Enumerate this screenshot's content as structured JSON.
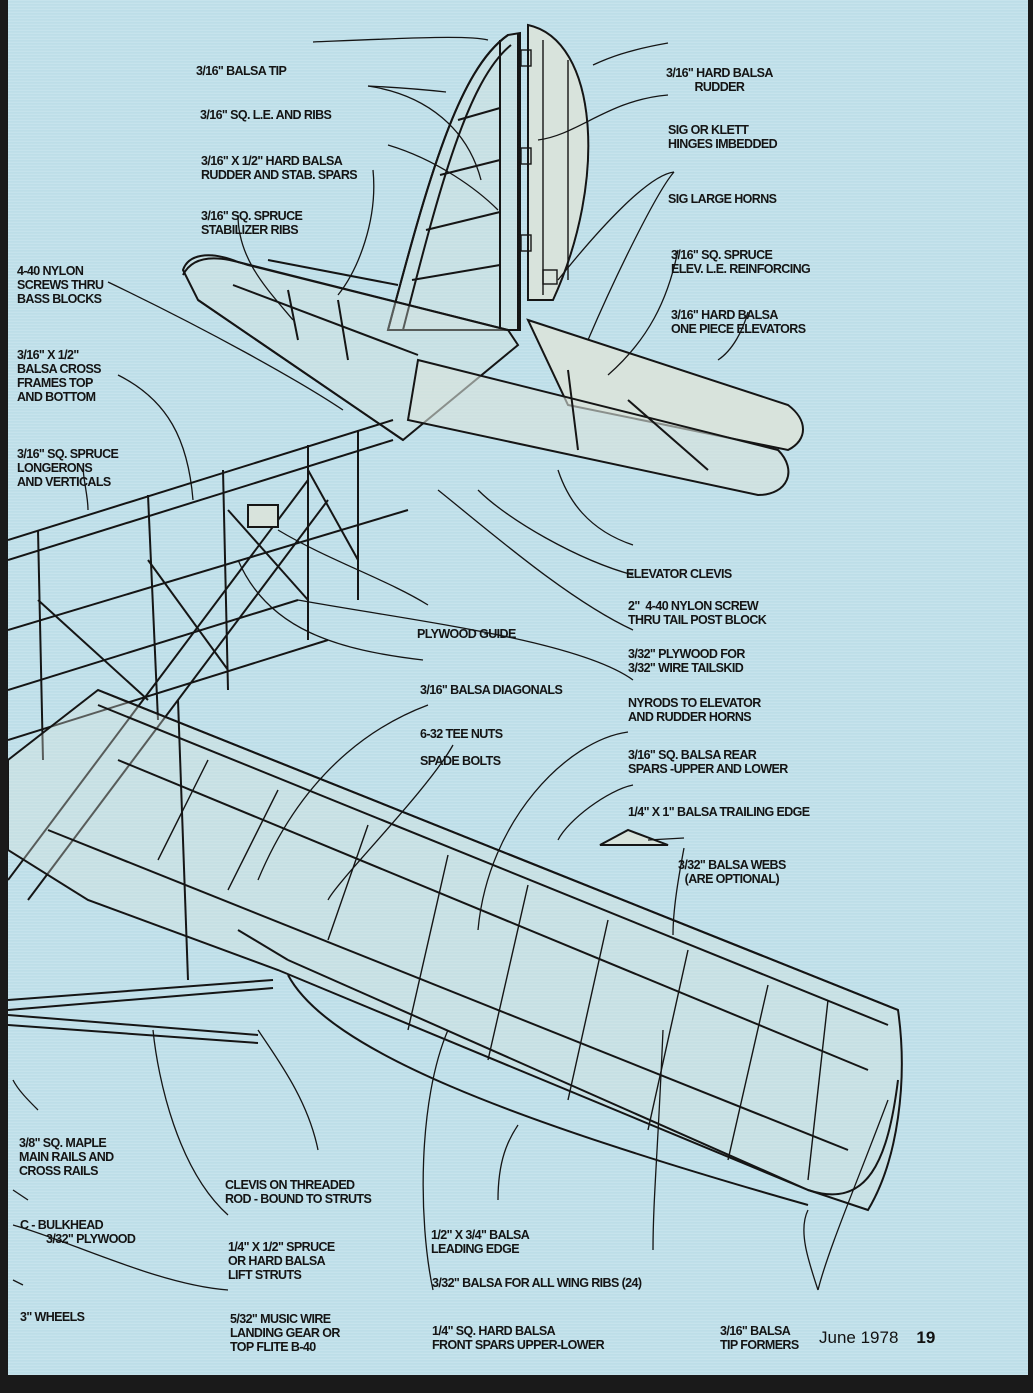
{
  "page": {
    "publication_date": "June 1978",
    "page_number": "19",
    "background_color": "#bfe0ea",
    "ink_color": "#141414",
    "border_color": "#1a1a1a"
  },
  "callouts": {
    "balsa_tip": [
      "3/16\" BALSA TIP"
    ],
    "le_and_ribs": [
      "3/16\" SQ. L.E. AND RIBS"
    ],
    "rudder_stab_spars": [
      "3/16\" X 1/2\" HARD BALSA",
      "RUDDER AND STAB. SPARS"
    ],
    "stabilizer_ribs": [
      "3/16\" SQ. SPRUCE",
      "STABILIZER RIBS"
    ],
    "nylon_screws": [
      "4-40 NYLON",
      "SCREWS THRU",
      "BASS BLOCKS"
    ],
    "cross_frames": [
      "3/16\" X 1/2\"",
      "BALSA CROSS",
      "FRAMES TOP",
      "AND BOTTOM"
    ],
    "longerons": [
      "3/16\" SQ. SPRUCE",
      "LONGERONS",
      "AND VERTICALS"
    ],
    "hard_balsa_rudder": [
      "3/16\" HARD BALSA",
      "RUDDER"
    ],
    "hinges": [
      "SIG OR KLETT",
      "HINGES IMBEDDED"
    ],
    "large_horns": [
      "SIG LARGE HORNS"
    ],
    "elev_le_reinforcing": [
      "3/16\" SQ. SPRUCE",
      "ELEV. L.E. REINFORCING"
    ],
    "one_piece_elevators": [
      "3/16\" HARD BALSA",
      "ONE PIECE ELEVATORS"
    ],
    "elevator_clevis": [
      "ELEVATOR CLEVIS"
    ],
    "tail_post_screw": [
      "2\"  4-40 NYLON SCREW",
      "THRU TAIL POST BLOCK"
    ],
    "plywood_guide": [
      "PLYWOOD GUIDE"
    ],
    "tailskid_plywood": [
      "3/32\" PLYWOOD FOR",
      "3/32\" WIRE TAILSKID"
    ],
    "balsa_diagonals": [
      "3/16\" BALSA DIAGONALS"
    ],
    "nyrods": [
      "NYRODS TO ELEVATOR",
      "AND RUDDER HORNS"
    ],
    "tee_nuts": [
      "6-32 TEE NUTS"
    ],
    "spade_bolts": [
      "SPADE BOLTS"
    ],
    "rear_spars": [
      "3/16\" SQ. BALSA REAR",
      "SPARS -UPPER AND LOWER"
    ],
    "trailing_edge": [
      "1/4\" X 1\" BALSA TRAILING EDGE"
    ],
    "balsa_webs": [
      "3/32\" BALSA WEBS",
      "(ARE OPTIONAL)"
    ],
    "maple_rails": [
      "3/8\" SQ. MAPLE",
      "MAIN RAILS AND",
      "CROSS RAILS"
    ],
    "clevis_rod": [
      "CLEVIS ON THREADED",
      "ROD - BOUND TO STRUTS"
    ],
    "bulkhead": [
      "C - BULKHEAD",
      "3/32\" PLYWOOD"
    ],
    "lift_struts": [
      "1/4\" X 1/2\" SPRUCE",
      "OR HARD BALSA",
      "LIFT STRUTS"
    ],
    "leading_edge": [
      "1/2\" X 3/4\" BALSA",
      "LEADING EDGE"
    ],
    "wing_ribs": [
      "3/32\" BALSA FOR ALL WING RIBS (24)"
    ],
    "wheels": [
      "3\" WHEELS"
    ],
    "landing_gear": [
      "5/32\" MUSIC WIRE",
      "LANDING GEAR OR",
      "TOP FLITE B-40"
    ],
    "front_spars": [
      "1/4\" SQ. HARD BALSA",
      "FRONT SPARS UPPER-LOWER"
    ],
    "tip_formers": [
      "3/16\" BALSA",
      "TIP FORMERS"
    ]
  }
}
